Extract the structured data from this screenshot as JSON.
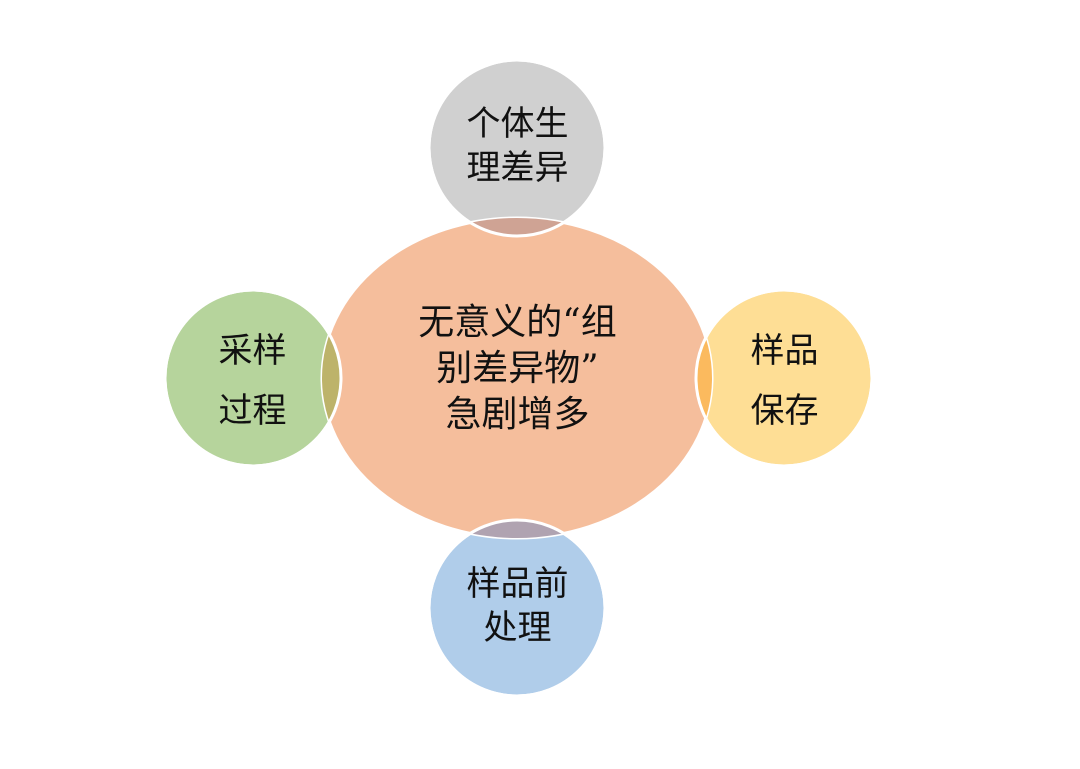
{
  "diagram": {
    "center": {
      "lines": [
        "无意义的“组",
        "别差异物”",
        "急剧增多"
      ],
      "fill": "#F5BE9C"
    },
    "top": {
      "lines": [
        "个体生",
        "理差异"
      ],
      "fill": "#D0D0D0",
      "overlap_fill": "#CFA394"
    },
    "left": {
      "lines": [
        "采样",
        "过程"
      ],
      "fill": "#B6D49C",
      "overlap_fill": "#BDB36A"
    },
    "right": {
      "lines": [
        "样品",
        "保存"
      ],
      "fill": "#FEDE95",
      "overlap_fill": "#FBBA5E"
    },
    "bottom": {
      "lines": [
        "样品前",
        "处理"
      ],
      "fill": "#B0CDEA",
      "overlap_fill": "#B0A3B1"
    }
  }
}
